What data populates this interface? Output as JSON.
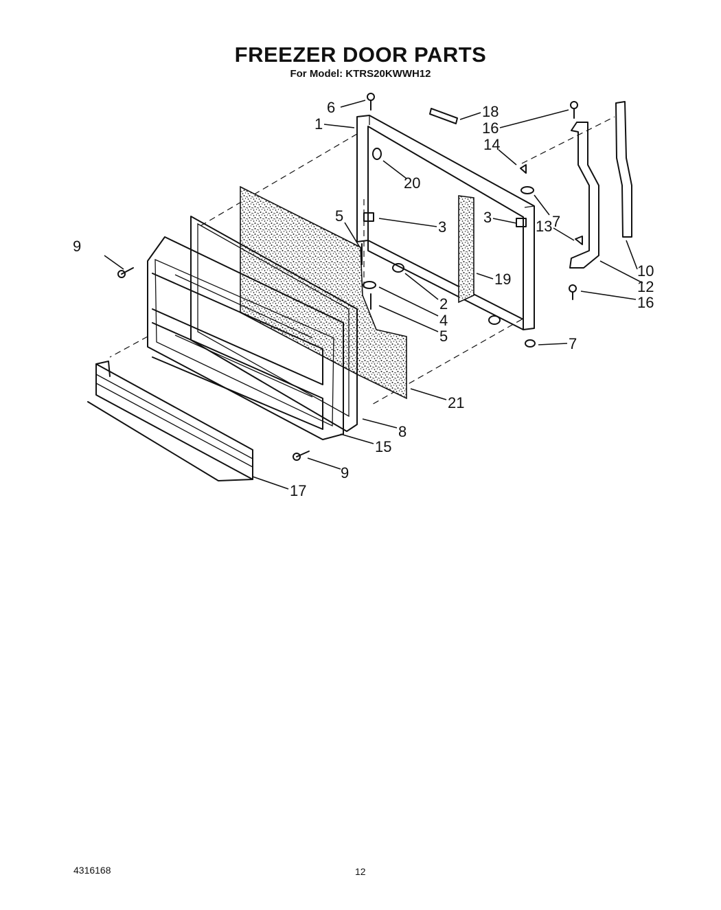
{
  "header": {
    "title": "FREEZER DOOR PARTS",
    "subtitle": "For Model: KTRS20KWWH12"
  },
  "footer": {
    "doc_number": "4316168",
    "page_number": "12"
  },
  "callouts": [
    "1",
    "2",
    "3",
    "3",
    "4",
    "5",
    "5",
    "6",
    "7",
    "7",
    "8",
    "9",
    "9",
    "10",
    "12",
    "13",
    "14",
    "15",
    "16",
    "16",
    "17",
    "18",
    "19",
    "20",
    "21"
  ]
}
